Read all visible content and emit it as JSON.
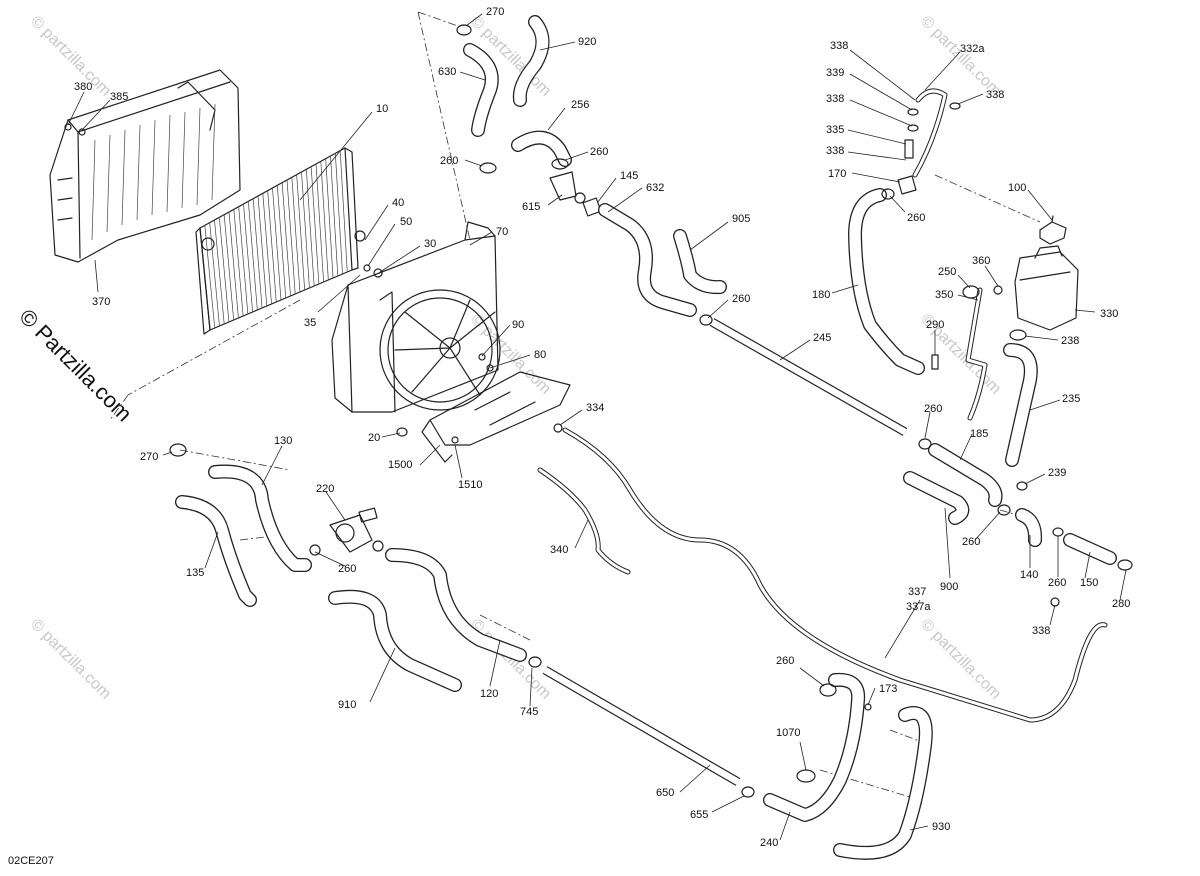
{
  "watermark": {
    "side_text": "© Partzilla.com",
    "faint_text": "© partzilla.com"
  },
  "diagram_code": "02CE207",
  "callouts": {
    "c270a": "270",
    "c920": "920",
    "c630": "630",
    "c256": "256",
    "c260a": "260",
    "c260b": "260",
    "c145": "145",
    "c615": "615",
    "c632": "632",
    "c905": "905",
    "c260c": "260",
    "c380": "380",
    "c385": "385",
    "c10": "10",
    "c40": "40",
    "c50": "50",
    "c30": "30",
    "c70": "70",
    "c35": "35",
    "c370": "370",
    "c90": "90",
    "c80": "80",
    "c334": "334",
    "c20": "20",
    "c1500": "1500",
    "c1510": "1510",
    "c338a": "338",
    "c332a": "332a",
    "c339": "339",
    "c338b": "338",
    "c338c": "338",
    "c335": "335",
    "c338d": "338",
    "c170": "170",
    "c260d": "260",
    "c100": "100",
    "c250": "250",
    "c360": "360",
    "c180": "180",
    "c350": "350",
    "c330": "330",
    "c290": "290",
    "c238": "238",
    "c245": "245",
    "c235": "235",
    "c260e": "260",
    "c185": "185",
    "c239": "239",
    "c270b": "270",
    "c130": "130",
    "c220": "220",
    "c340": "340",
    "c135": "135",
    "c260f": "260",
    "c900": "900",
    "c260g": "260",
    "c140": "140",
    "c260h": "260",
    "c150": "150",
    "c280": "280",
    "c337": "337",
    "c337a": "337a",
    "c338e": "338",
    "c910": "910",
    "c120": "120",
    "c745": "745",
    "c260i": "260",
    "c173": "173",
    "c1070": "1070",
    "c650": "650",
    "c655": "655",
    "c240": "240",
    "c930": "930"
  }
}
